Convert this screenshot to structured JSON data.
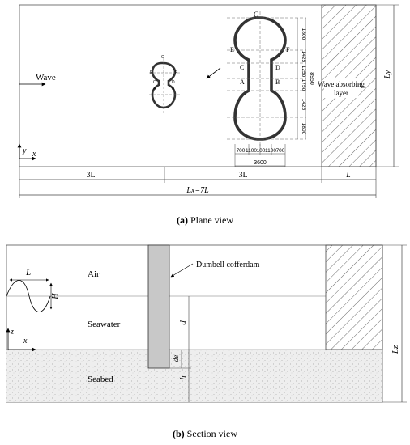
{
  "plane": {
    "wave_label": "Wave",
    "axis_y": "y",
    "axis_x": "x",
    "absorb_line1": "Wave absorbing",
    "absorb_line2": "layer",
    "ly": "Ly",
    "dim_3l_left": "3L",
    "dim_3l_right": "3L",
    "dim_l": "L",
    "dim_total": "Lx=7L",
    "pts": {
      "G": "G",
      "E": "E",
      "F": "F",
      "C": "C",
      "D": "D",
      "A": "A",
      "B": "B"
    },
    "vdims": [
      "1800",
      "1425",
      "1250",
      "1750",
      "1425",
      "1800"
    ],
    "total_dim": "8950",
    "hdims": [
      "700",
      "1100",
      "100",
      "1100",
      "700"
    ],
    "width_dim": "3600",
    "small_pts": {
      "G": "G",
      "E": "E",
      "F": "F",
      "C": "C",
      "D": "D",
      "A": "A",
      "B": "B"
    },
    "caption_letter": "(a)",
    "caption_text": "Plane view"
  },
  "section": {
    "air": "Air",
    "seawater": "Seawater",
    "seabed": "Seabed",
    "cofferdam": "Dumbell cofferdam",
    "wave_L": "L",
    "wave_H": "H",
    "axis_z": "z",
    "axis_x": "x",
    "d": "d",
    "de": "de",
    "h": "h",
    "lz": "Lz",
    "caption_letter": "(b)",
    "caption_text": "Section view"
  }
}
